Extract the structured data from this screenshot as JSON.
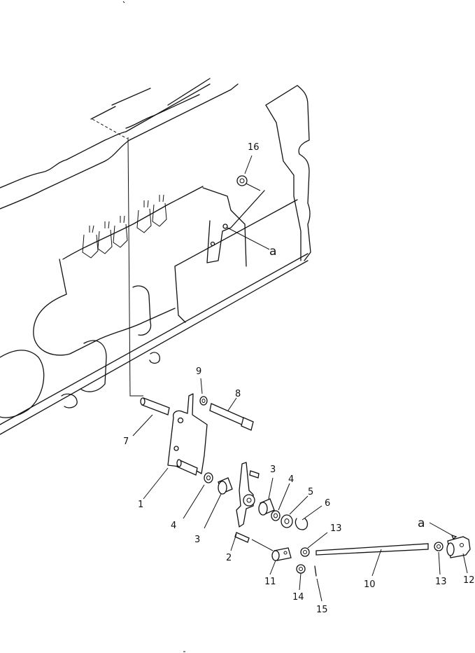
{
  "labels": {
    "p1": "1",
    "p2": "2",
    "p3a": "3",
    "p3b": "3",
    "p4a": "4",
    "p4b": "4",
    "p5": "5",
    "p6": "6",
    "p7": "7",
    "p8": "8",
    "p9": "9",
    "p10": "10",
    "p11": "11",
    "p12": "12",
    "p13a": "13",
    "p13b": "13",
    "p14": "14",
    "p15": "15",
    "p16": "16",
    "ref_a1": "a",
    "ref_a2": "a"
  }
}
